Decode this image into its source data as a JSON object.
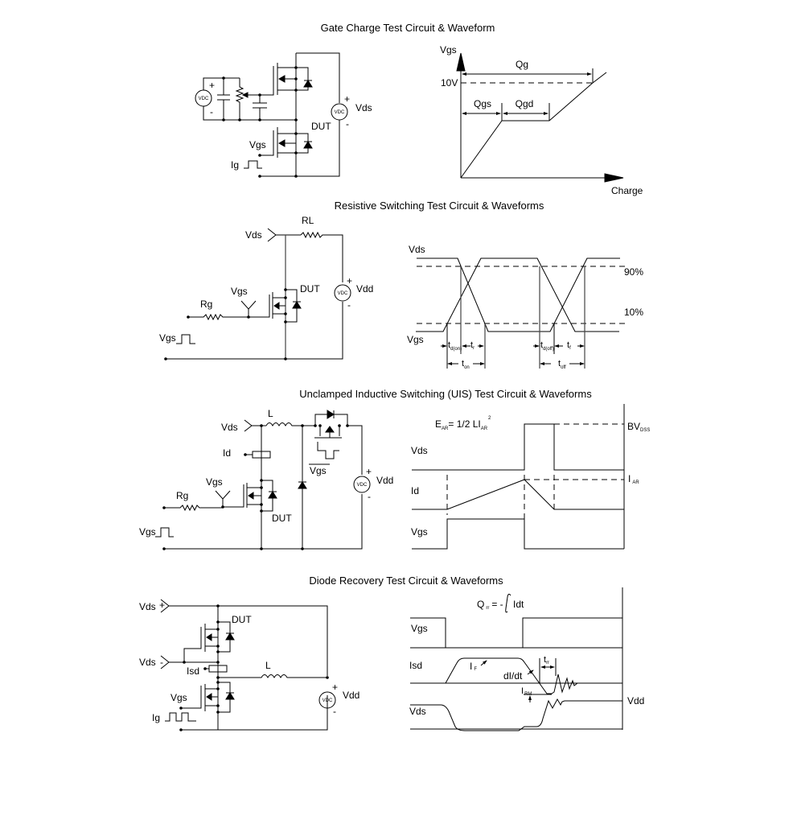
{
  "sections": [
    {
      "title": "Gate Charge Test Circuit & Waveform",
      "circuit": {
        "source_left_label": "VDC",
        "source_left_plus": "+",
        "source_left_minus": "-",
        "source_right_label": "VDC",
        "source_right_plus": "+",
        "source_right_minus": "-",
        "vds": "Vds",
        "dut": "DUT",
        "vgs": "Vgs",
        "ig": "Ig"
      },
      "waveform": {
        "y_axis": "Vgs",
        "x_axis": "Charge",
        "level": "10V",
        "qg": "Qg",
        "qgs": "Qgs",
        "qgd": "Qgd"
      }
    },
    {
      "title": "Resistive Switching Test Circuit & Waveforms",
      "circuit": {
        "vds": "Vds",
        "rl": "RL",
        "vgs_probe": "Vgs",
        "dut": "DUT",
        "rg": "Rg",
        "vgs_pulse": "Vgs",
        "source_label": "VDC",
        "plus": "+",
        "minus": "-",
        "vdd": "Vdd"
      },
      "waveform": {
        "vds": "Vds",
        "vgs": "Vgs",
        "p90": "90%",
        "p10": "10%",
        "td_on": {
          "base": "t",
          "sub": "d(on)"
        },
        "tr": {
          "base": "t",
          "sub": "r"
        },
        "ton": {
          "base": "t",
          "sub": "on"
        },
        "td_off": {
          "base": "t",
          "sub": "d(off)"
        },
        "tf": {
          "base": "t",
          "sub": "f"
        },
        "toff": {
          "base": "t",
          "sub": "off"
        }
      }
    },
    {
      "title": "Unclamped Inductive Switching (UIS) Test Circuit & Waveforms",
      "circuit": {
        "vds": "Vds",
        "l": "L",
        "id": "Id",
        "vgs_probe": "Vgs",
        "rg": "Rg",
        "dut": "DUT",
        "vgs_pulse": "Vgs",
        "vgs_bar": "Vgs",
        "source_label": "VDC",
        "plus": "+",
        "minus": "-",
        "vdd": "Vdd"
      },
      "waveform": {
        "eq_e": "E",
        "eq_e_sub": "AR",
        "eq_mid": "= 1/2 LI",
        "eq_i_sub": "AR",
        "eq_sup": "2",
        "bv": "BV",
        "bv_sub": "DSS",
        "iar": "I",
        "iar_sub": "AR",
        "vds": "Vds",
        "id": "Id",
        "vgs": "Vgs"
      }
    },
    {
      "title": "Diode Recovery Test Circuit & Waveforms",
      "circuit": {
        "vds_plus": "Vds",
        "vds_plus_sign": "+",
        "vds_minus": "Vds",
        "vds_minus_sign": "-",
        "dut": "DUT",
        "isd": "Isd",
        "l": "L",
        "vgs": "Vgs",
        "ig": "Ig",
        "source_label": "VDC",
        "plus": "+",
        "minus": "-",
        "vdd": "Vdd"
      },
      "waveform": {
        "qrr_q": "Q",
        "qrr_sub": "rr",
        "qrr_rest": "= -",
        "qrr_int": "Idt",
        "vgs": "Vgs",
        "isd": "Isd",
        "if": "I",
        "if_sub": "F",
        "didt": "dI/dt",
        "trr": "t",
        "trr_sub": "rr",
        "irm": "I",
        "irm_sub": "RM",
        "vds": "Vds",
        "vdd": "Vdd"
      }
    }
  ]
}
